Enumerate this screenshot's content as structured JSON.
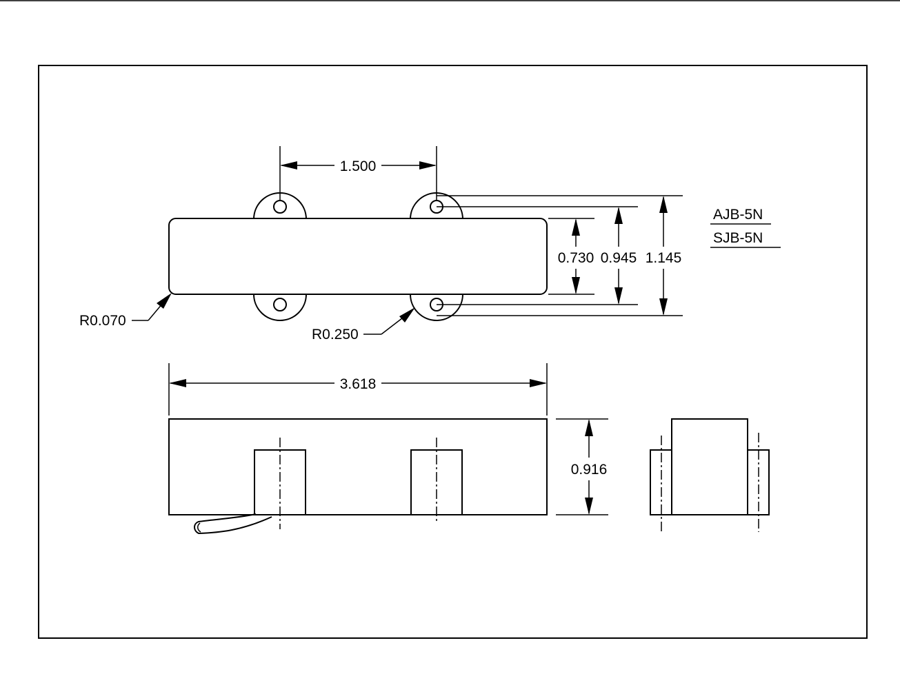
{
  "dimensions": {
    "hole_spacing": "1.500",
    "cover_width": "0.730",
    "hole_span": "0.945",
    "flange_span": "1.145",
    "overall_length": "3.618",
    "height": "0.916"
  },
  "radii": {
    "corner": "R0.070",
    "flange": "R0.250"
  },
  "models": [
    "AJB-5N",
    "SJB-5N"
  ]
}
